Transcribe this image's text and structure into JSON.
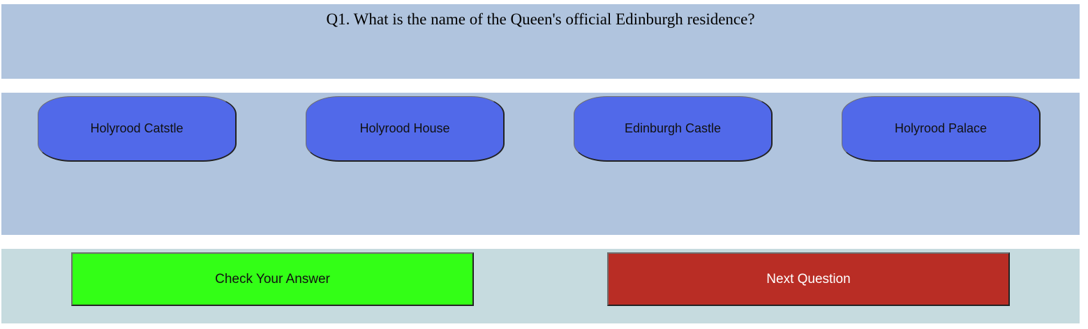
{
  "question": {
    "text": "Q1. What is the name of the Queen's official Edinburgh residence?"
  },
  "answers": [
    {
      "label": "Holyrood Catstle"
    },
    {
      "label": "Holyrood House"
    },
    {
      "label": "Edinburgh Castle"
    },
    {
      "label": "Holyrood Palace"
    }
  ],
  "controls": {
    "check_label": "Check Your Answer",
    "next_label": "Next Question"
  },
  "colors": {
    "panel_bg": "#b0c4de",
    "controls_bg": "#c6dbdf",
    "answer_button": "#5169e9",
    "check_button": "#33ff16",
    "next_button": "#b92d25"
  }
}
